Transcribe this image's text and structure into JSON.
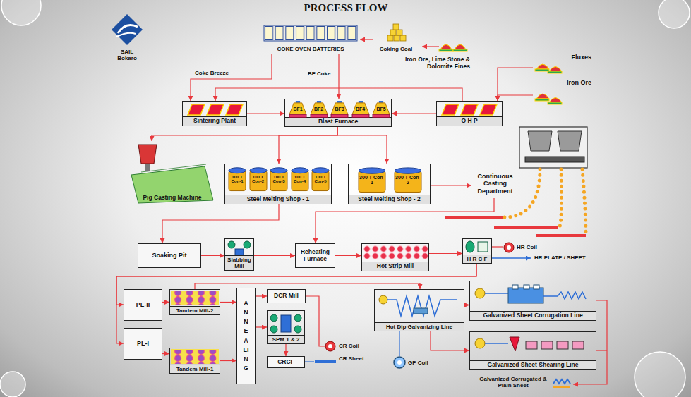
{
  "diagram": {
    "title": "PROCESS FLOW",
    "nodes": [
      {
        "text": [
          "COKE OVEN BATTERIES"
        ]
      },
      {
        "text": [
          "Coking Coal"
        ]
      },
      {
        "text": [
          "Fluxes"
        ]
      },
      {
        "text": [
          "Iron Ore"
        ]
      },
      {
        "text": [
          "Sintering Plant"
        ]
      },
      {
        "text": [
          "Blast Furnace"
        ]
      },
      {
        "text": [
          "BF1"
        ],
        "in": 5
      },
      {
        "text": [
          "BF2"
        ],
        "in": 5
      },
      {
        "text": [
          "BF3"
        ],
        "in": 5
      },
      {
        "text": [
          "BF4"
        ],
        "in": 5
      },
      {
        "text": [
          "BF5"
        ],
        "in": 5
      },
      {
        "text": [
          "O H P"
        ]
      },
      {
        "text": [
          "Pig Casting Machine"
        ]
      },
      {
        "text": [
          "Steel Melting Shop - 1"
        ]
      },
      {
        "text": [
          "100 T Con-1"
        ],
        "in": 13
      },
      {
        "text": [
          "100 T Con-2"
        ],
        "in": 13
      },
      {
        "text": [
          "100 T Con-3"
        ],
        "in": 13
      },
      {
        "text": [
          "100 T Con-4"
        ],
        "in": 13
      },
      {
        "text": [
          "100 T Con-5"
        ],
        "in": 13
      },
      {
        "text": [
          "Steel Melting Shop - 2"
        ]
      },
      {
        "text": [
          "300 T Con-1"
        ],
        "in": 19
      },
      {
        "text": [
          "300 T Con-2"
        ],
        "in": 19
      },
      {
        "text": [
          "Continuous Casting Department"
        ]
      },
      {
        "text": [
          "Soaking Pit"
        ]
      },
      {
        "text": [
          "Slabbing Mill"
        ]
      },
      {
        "text": [
          "Reheating Furnace"
        ]
      },
      {
        "text": [
          "Hot Strip Mill"
        ]
      },
      {
        "text": [
          "H R C F"
        ]
      },
      {
        "text": [
          "PL-II"
        ]
      },
      {
        "text": [
          "Tandem Mill-2"
        ]
      },
      {
        "text": [
          "ANNEALING"
        ]
      },
      {
        "text": [
          "DCR Mill"
        ]
      },
      {
        "text": [
          "SPM 1 & 2"
        ]
      },
      {
        "text": [
          "CRCF"
        ]
      },
      {
        "text": [
          "Hot Dip Galvanizing Line"
        ]
      },
      {
        "text": [
          "Galvanized Sheet Corrugation Line"
        ]
      },
      {
        "text": [
          "PL-I"
        ]
      },
      {
        "text": [
          "Tandem Mill-1"
        ]
      },
      {
        "text": [
          "Galvanized Sheet Shearing Line"
        ]
      }
    ],
    "edges": [
      {
        "from": 1,
        "to": 0,
        "arrow": "to"
      },
      {
        "from": 0,
        "to": 4,
        "label": "Coke Breeze",
        "arrow": "to"
      },
      {
        "from": 0,
        "to": 5,
        "label": "BF Coke",
        "arrow": "to"
      },
      {
        "from": 11,
        "to": 4,
        "label": "Iron Ore, Lime Stone & Dolomite Fines",
        "arrow": "to"
      },
      {
        "from": 2,
        "to": 11,
        "arrow": "to"
      },
      {
        "from": 3,
        "to": 11,
        "arrow": "to"
      },
      {
        "from": 4,
        "to": 5,
        "arrow": "to"
      },
      {
        "from": 11,
        "to": 5,
        "arrow": "to"
      },
      {
        "from": 5,
        "to": 12,
        "arrow": "to"
      },
      {
        "from": 5,
        "to": 13,
        "arrow": "to"
      },
      {
        "from": 5,
        "to": 19,
        "arrow": "to"
      },
      {
        "from": 19,
        "to": 22,
        "arrow": "to"
      },
      {
        "from": 13,
        "to": 23,
        "arrow": "to"
      },
      {
        "from": 23,
        "to": 24,
        "arrow": "to"
      },
      {
        "from": 24,
        "to": 25,
        "arrow": "to"
      },
      {
        "from": 25,
        "to": 26,
        "arrow": "to"
      },
      {
        "from": 26,
        "to": 27,
        "arrow": "to"
      },
      {
        "from": 22,
        "to": 25,
        "arrow": "to"
      },
      {
        "from": 27,
        "to": 28,
        "arrow": "to"
      },
      {
        "from": 27,
        "to": 36,
        "arrow": "to"
      },
      {
        "from": 28,
        "to": 29,
        "arrow": "to"
      },
      {
        "from": 36,
        "to": 37,
        "arrow": "to"
      },
      {
        "from": 29,
        "to": 30,
        "arrow": "to"
      },
      {
        "from": 37,
        "to": 30,
        "arrow": "to"
      },
      {
        "from": 30,
        "to": 31,
        "arrow": "to"
      },
      {
        "from": 30,
        "to": 32,
        "arrow": "to"
      },
      {
        "from": 32,
        "to": 33,
        "arrow": "to"
      },
      {
        "from": 29,
        "to": 34,
        "arrow": "to"
      },
      {
        "from": 34,
        "to": 35,
        "arrow": "to"
      },
      {
        "from": 34,
        "to": 38,
        "arrow": "to"
      }
    ],
    "labels": [
      "SAIL Bokaro",
      "HR Coil",
      "HR PLATE / SHEET",
      "CR Coil",
      "CR Sheet",
      "GP Coil",
      "Galvanized Corrugated & Plain Sheet"
    ]
  }
}
